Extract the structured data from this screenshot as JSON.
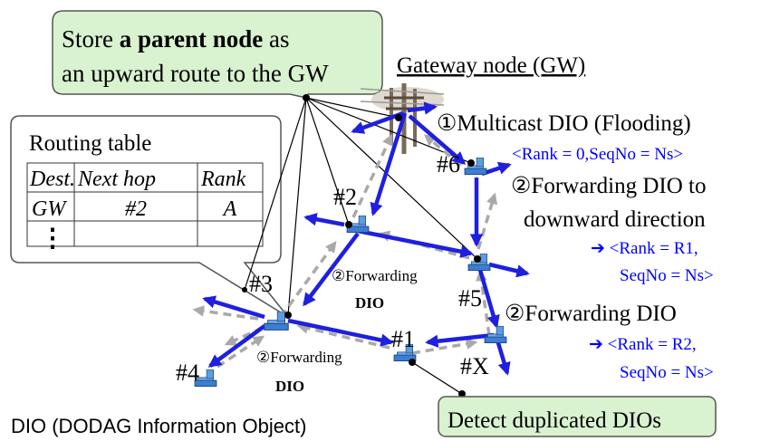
{
  "callout_parent": {
    "line1": "Store ",
    "bold": "a parent node",
    "line1_end": " as",
    "line2": "an upward route to the GW"
  },
  "gateway_label": "Gateway node (GW)",
  "routing_table": {
    "title": "Routing table",
    "headers": [
      "Dest.",
      "Next hop",
      "Rank"
    ],
    "row": [
      "GW",
      "#2",
      "A"
    ],
    "ellipsis": "⋮"
  },
  "nodes": {
    "n1": "#1",
    "n2": "#2",
    "n3": "#3",
    "n4": "#4",
    "n5": "#5",
    "n6": "#6",
    "nx": "#X"
  },
  "steps": {
    "multicast": "①Multicast DIO (Flooding)",
    "gw_params": "<Rank = 0,SeqNo = Ns>",
    "forward_down_1": "②Forwarding DIO to",
    "forward_down_2": "downward direction",
    "r1_line1": "➔ <Rank = R1,",
    "r1_line2": "SeqNo = Ns>",
    "forward_dio": "②Forwarding DIO",
    "r2_line1": "➔ <Rank = R2,",
    "r2_line2": "SeqNo = Ns>",
    "fwd_small_a1": "②Forwarding",
    "fwd_small_a2": "DIO",
    "fwd_small_b1": "②Forwarding",
    "fwd_small_b2": "DIO"
  },
  "footer_label": "DIO (DODAG Information Object)",
  "duplicate_callout": "Detect duplicated DIOs",
  "colors": {
    "callout_fill": "#d9f2cf",
    "callout_stroke": "#555555",
    "arrow_blue": "#1f1fe0",
    "arrow_gray": "#a9a9a9",
    "text_blue": "#0000ff"
  }
}
